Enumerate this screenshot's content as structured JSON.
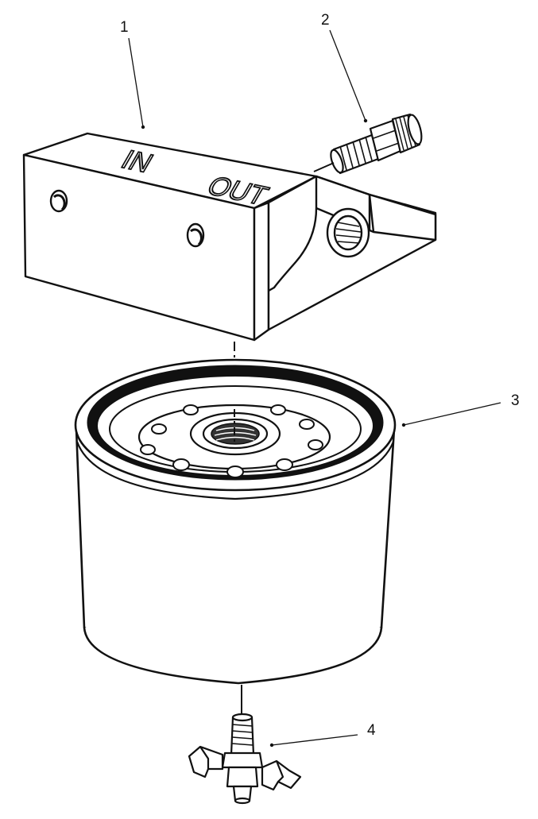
{
  "diagram": {
    "callouts": [
      {
        "id": "1",
        "label": "1"
      },
      {
        "id": "2",
        "label": "2"
      },
      {
        "id": "3",
        "label": "3"
      },
      {
        "id": "4",
        "label": "4"
      }
    ],
    "stamps": {
      "in": "IN",
      "out": "OUT"
    },
    "colors": {
      "line": "#111111",
      "paper": "#ffffff"
    }
  }
}
